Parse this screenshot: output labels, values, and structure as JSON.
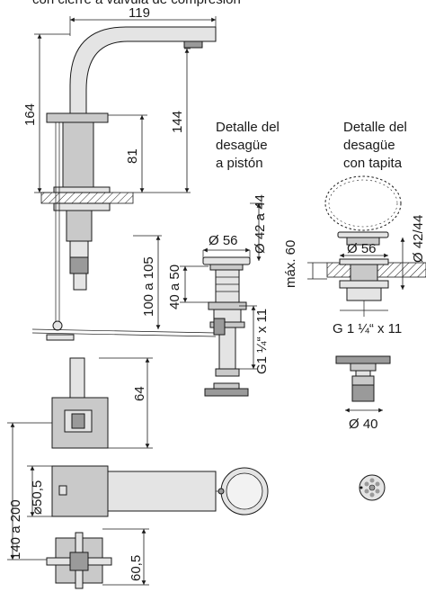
{
  "header": {
    "caption_partial": "con cierre a válvula de compresión"
  },
  "dimensions": {
    "width_top": "119",
    "height_total": "164",
    "height_spout": "144",
    "height_body": "81",
    "range_lower": "100 a 105",
    "front_64": "64",
    "range_side": "140 a 200",
    "square_50": "⌀50,5",
    "base_60": "60,5"
  },
  "detail_piston": {
    "title_line1": "Detalle del",
    "title_line2": "desagüe",
    "title_line3": "a pistón",
    "dia_56": "Ø 56",
    "dia_42_44": "Ø 42 a 44",
    "range_40_50": "40 a 50",
    "thread": "G1 ¼“ x 11"
  },
  "detail_tapita": {
    "title_line1": "Detalle del",
    "title_line2": "desagüe",
    "title_line3": "con tapita",
    "dia_56": "Ø 56",
    "dia_42_44": "Ø 42/44",
    "max_60": "máx. 60",
    "thread": "G 1 ¼“ x 11",
    "dia_40": "Ø 40"
  }
}
